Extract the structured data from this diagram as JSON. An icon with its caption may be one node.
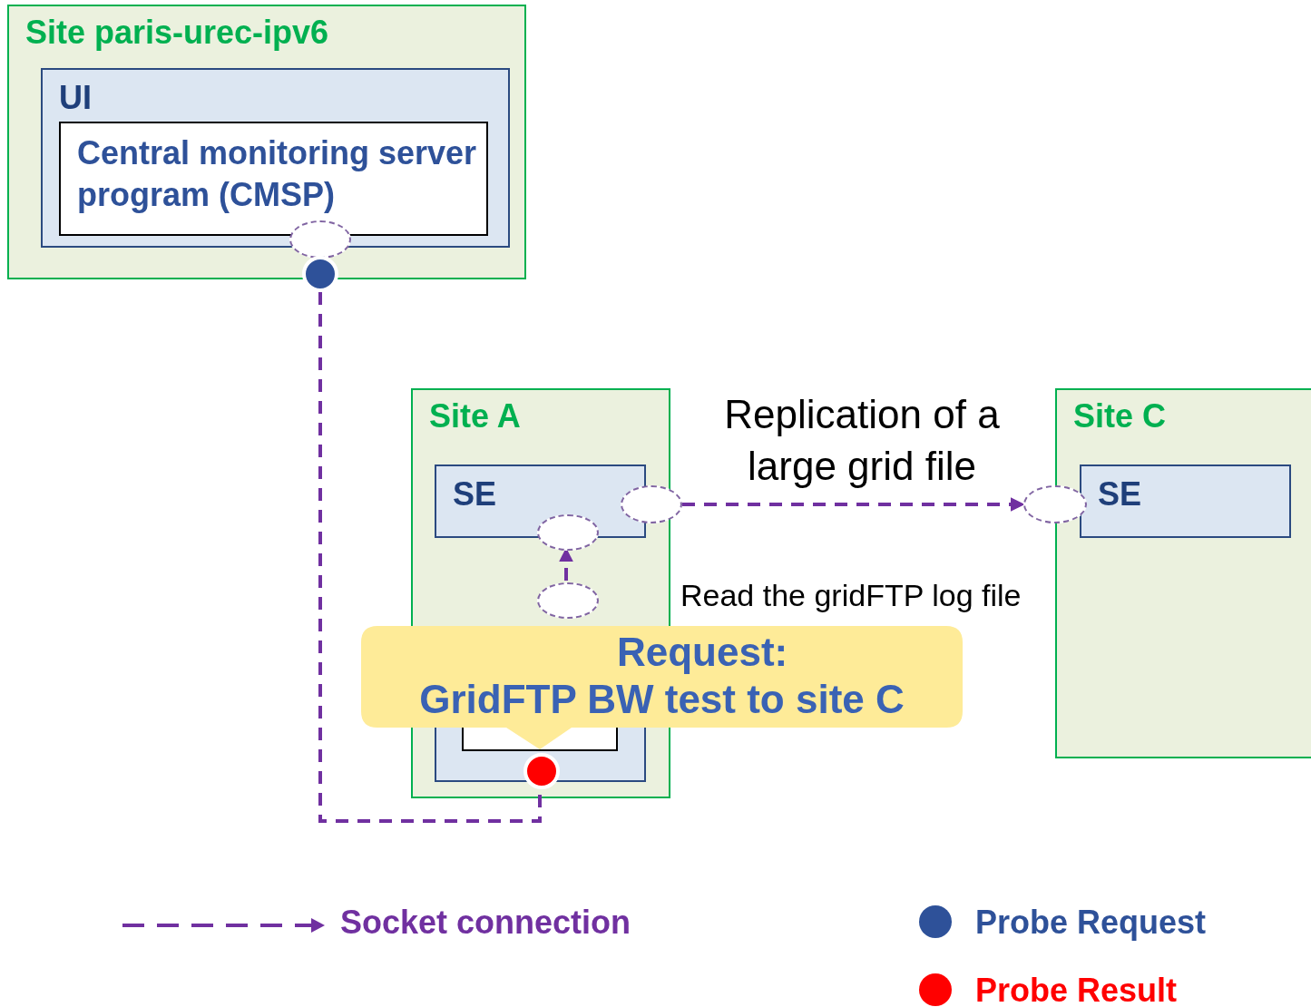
{
  "diagram": {
    "nodes": [
      {
        "text": [
          "Site paris-urec-ipv6"
        ]
      },
      {
        "text": [
          "UI"
        ],
        "in": 0
      },
      {
        "text": [
          "Central monitoring server program (CMSP)"
        ],
        "in": 1
      },
      {
        "text": [],
        "shape": "ellipse",
        "in": 0
      },
      {
        "text": [],
        "shape": "circle"
      },
      {
        "text": [
          "Site A"
        ]
      },
      {
        "text": [
          "SE"
        ],
        "in": 5
      },
      {
        "text": [],
        "shape": "ellipse",
        "in": 5
      },
      {
        "text": [],
        "shape": "ellipse"
      },
      {
        "text": [
          "Site C"
        ]
      },
      {
        "text": [
          "SE"
        ],
        "in": 9
      },
      {
        "text": [],
        "shape": "ellipse"
      },
      {
        "text": [],
        "shape": "box",
        "in": 5
      },
      {
        "text": [],
        "shape": "box"
      },
      {
        "text": [
          "Request:",
          "GridFTP BW test to site C"
        ]
      },
      {
        "text": [],
        "shape": "ellipse",
        "in": 5
      },
      {
        "text": [],
        "shape": "circle",
        "in": 5
      }
    ],
    "edges": [
      {
        "from": 4,
        "to": 16,
        "arrow": "none"
      },
      {
        "from": 8,
        "to": 11,
        "arrow": "to",
        "label": "Replication of a large grid file"
      },
      {
        "from": 15,
        "to": 7,
        "arrow": "to",
        "label": "Read the gridFTP log file"
      }
    ],
    "legend": [
      {
        "text": "Socket connection"
      },
      {
        "text": "Probe Request",
        "color": "#2e5199"
      },
      {
        "text": "Probe Result",
        "color": "#ff0000"
      }
    ]
  }
}
